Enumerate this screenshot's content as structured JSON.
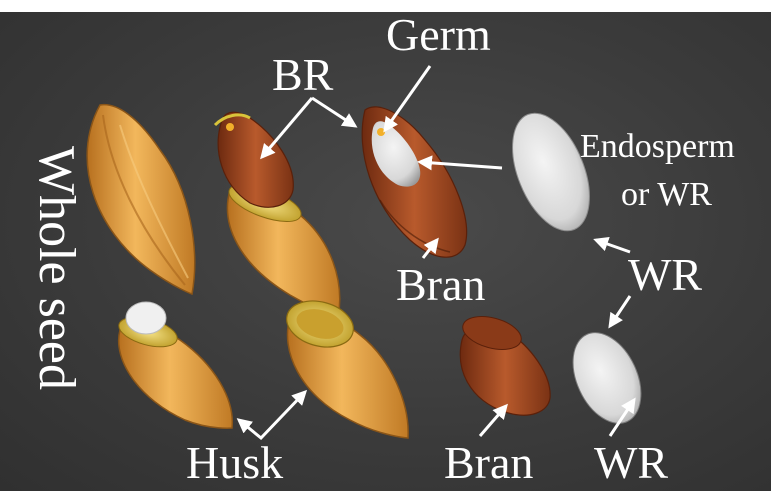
{
  "labels": {
    "whole_seed": "Whole seed",
    "br": "BR",
    "germ": "Germ",
    "endosperm_line1": "Endosperm",
    "endosperm_line2": "or WR",
    "bran_upper": "Bran",
    "bran_lower": "Bran",
    "husk": "Husk",
    "wr_middle": "WR",
    "wr_bottom": "WR"
  },
  "colors": {
    "background": "#3b3b3b",
    "husk": "#e0a24a",
    "husk_rim": "#d9c43a",
    "bran": "#9b4a22",
    "germ": "#f2b02a",
    "endosperm": "#e6e6e6",
    "label": "#ffffff"
  }
}
